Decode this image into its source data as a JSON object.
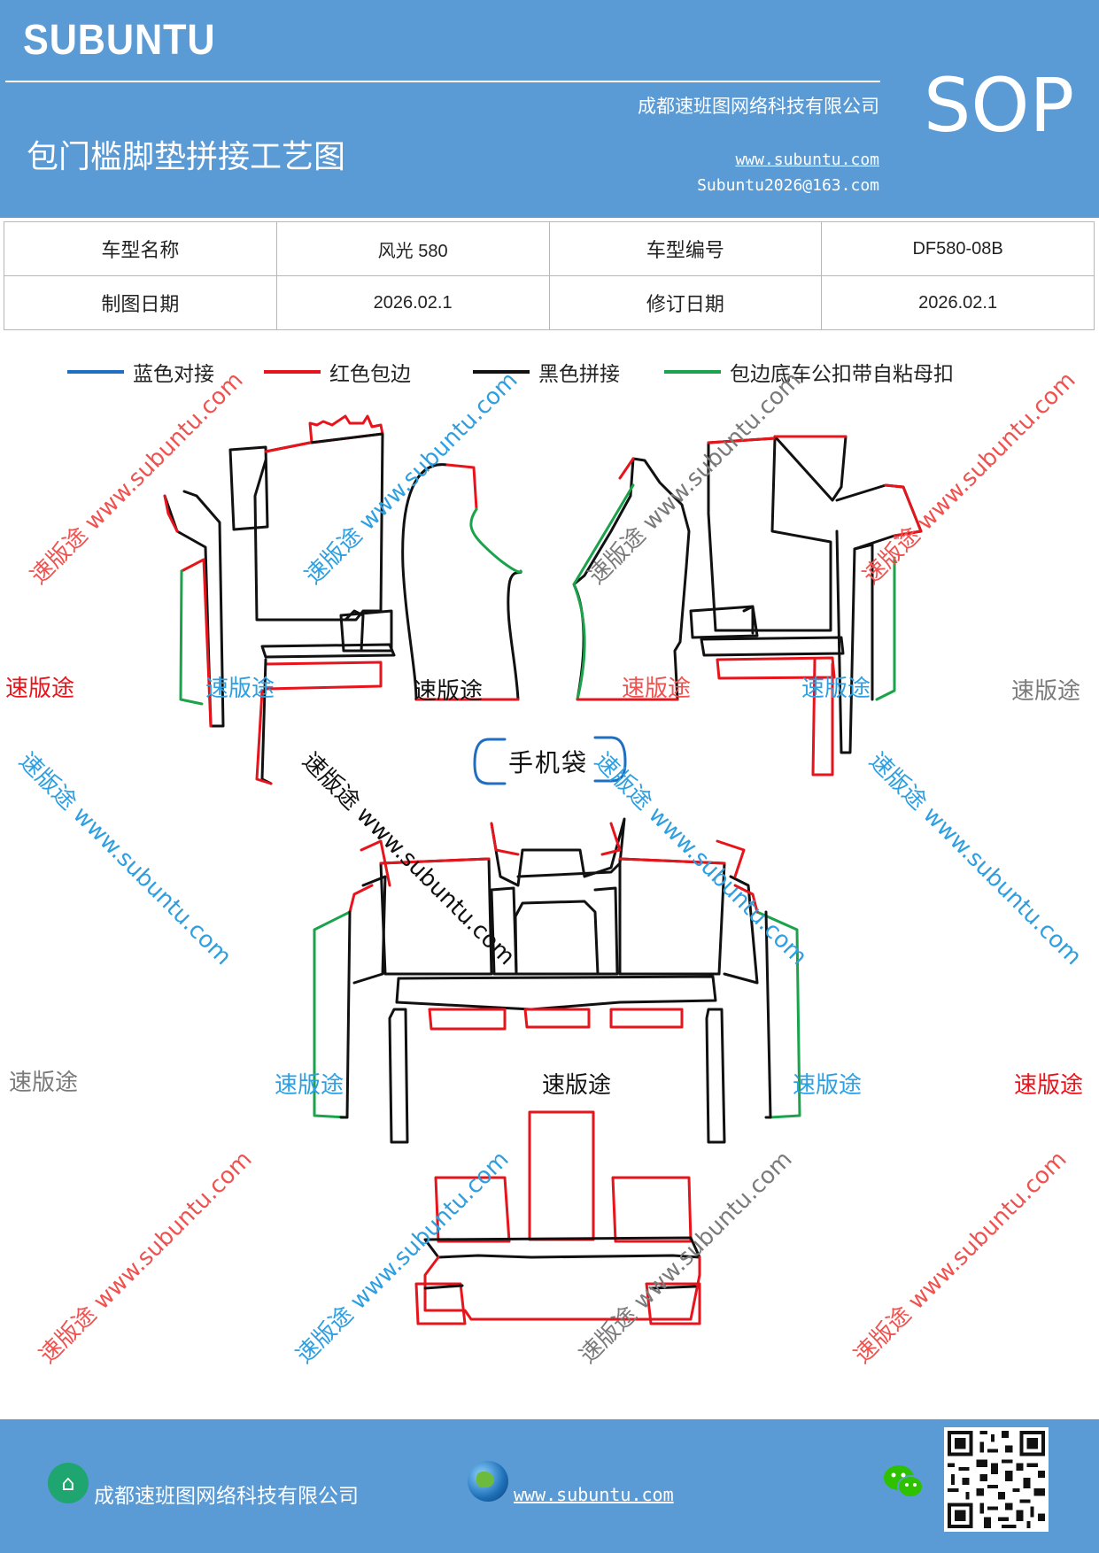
{
  "header": {
    "brand": "SUBUNTU",
    "company": "成都速班图网络科技有限公司",
    "title": "包门槛脚垫拼接工艺图",
    "website": "www.subuntu.com",
    "email": "Subuntu2026@163.com",
    "sop": "SOP"
  },
  "info": {
    "model_name_label": "车型名称",
    "model_name_value": "风光 580",
    "model_code_label": "车型编号",
    "model_code_value": "DF580-08B",
    "draw_date_label": "制图日期",
    "draw_date_value": "2026.02.1",
    "revise_date_label": "修订日期",
    "revise_date_value": "2026.02.1"
  },
  "legend": [
    {
      "label": "蓝色对接",
      "color": "#1f6fc0"
    },
    {
      "label": "红色包边",
      "color": "#e8141c"
    },
    {
      "label": "黑色拼接",
      "color": "#111111"
    },
    {
      "label": "包边底车公扣带自粘母扣",
      "color": "#1aa34a"
    }
  ],
  "watermarks": {
    "url": "www.subuntu.com",
    "brand_cn": "速版途",
    "combo": "速版途 www.subuntu.com"
  },
  "diagram": {
    "pocket_label": "手机袋"
  },
  "footer": {
    "company": "成都速班图网络科技有限公司",
    "website": "www.subuntu.com"
  },
  "colors": {
    "header_bg": "#5b9bd5",
    "blue": "#1f6fc0",
    "red": "#e8141c",
    "black": "#111111",
    "green": "#1aa34a",
    "wm_red": "#f0524f",
    "wm_blue": "#2e9fe0",
    "wm_gray": "#7a7a7a"
  }
}
